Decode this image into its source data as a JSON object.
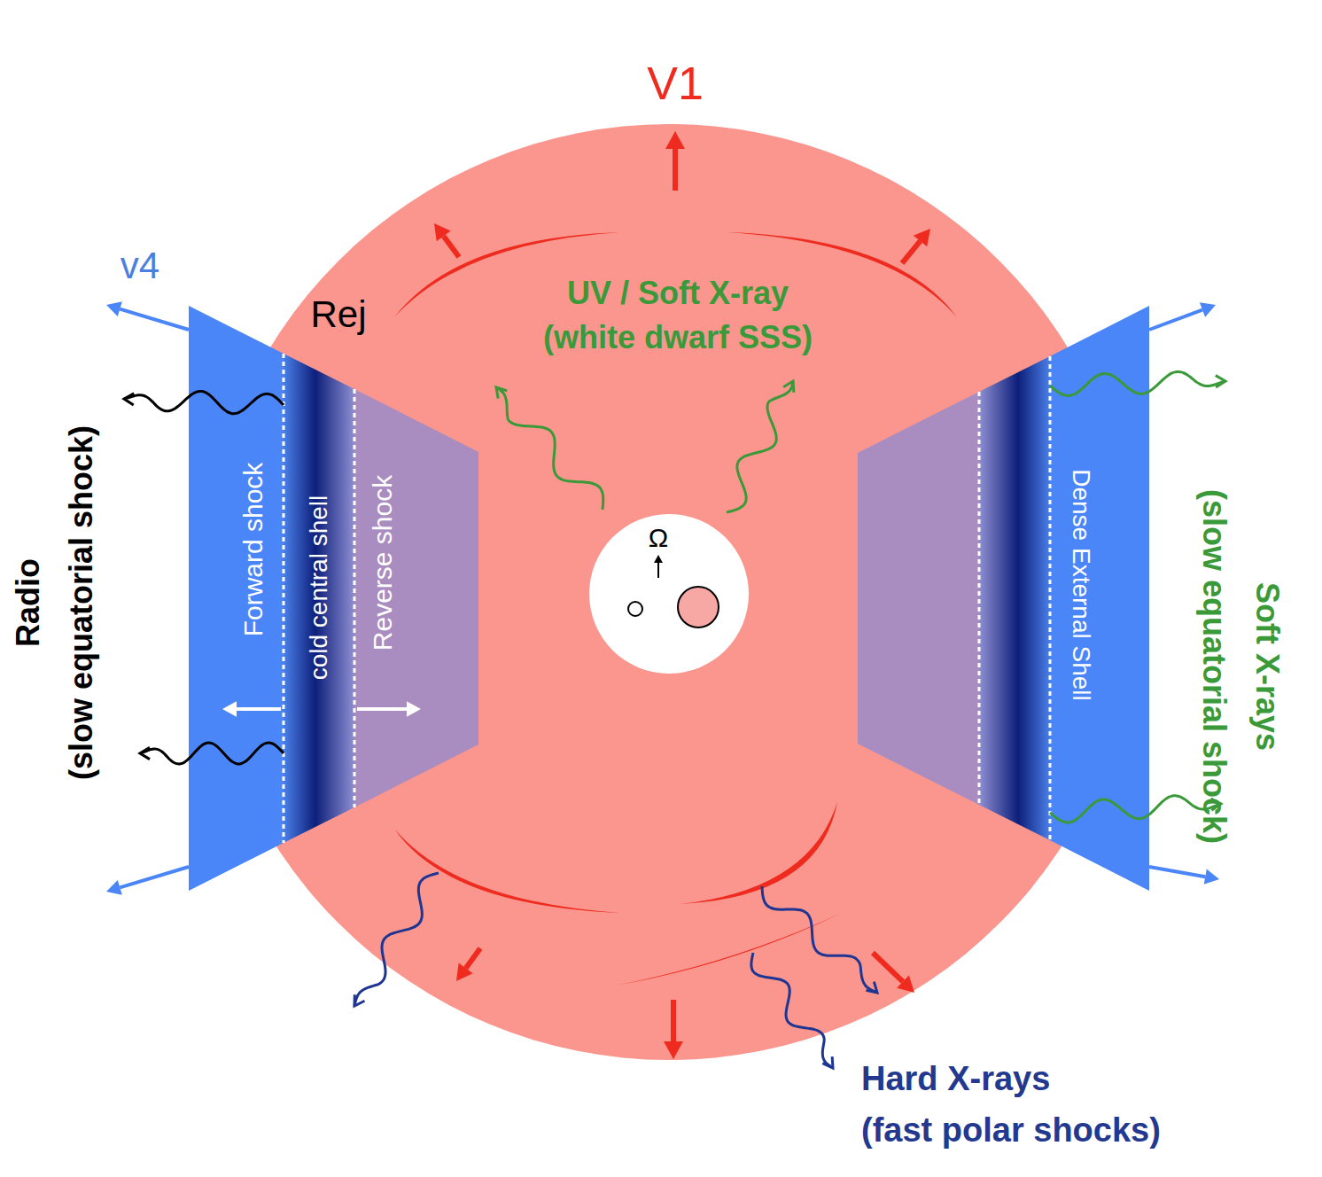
{
  "diagram": {
    "nodes": [
      {
        "text": [
          "Forward shock",
          "cold central shell",
          "Reverse shock"
        ]
      },
      {
        "text": [
          "Ω"
        ]
      },
      {
        "text": [
          "Dense External Shell"
        ]
      }
    ],
    "labels": [
      "V1",
      "v4",
      "Rej",
      "UV / Soft X-ray (white dwarf SSS)",
      "Radio (slow equatorial shock)",
      "Soft X-rays (slow equatorial shock)",
      "Hard X-rays (fast polar shocks)"
    ]
  }
}
